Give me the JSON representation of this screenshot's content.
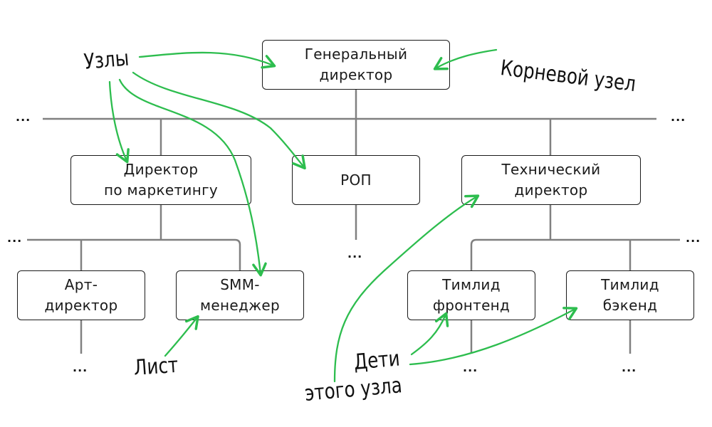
{
  "diagram": {
    "type": "org-chart-tree",
    "colors": {
      "connector": "#808080",
      "annotation_arrow": "#2dbd4e",
      "node_border": "#1a1a1a",
      "text": "#1a1a1a"
    },
    "nodes": {
      "ceo": {
        "lines": [
          "Генеральный",
          "директор"
        ]
      },
      "cmo": {
        "lines": [
          "Директор",
          "по маркетингу"
        ]
      },
      "rop": {
        "lines": [
          "РОП"
        ]
      },
      "cto": {
        "lines": [
          "Технический",
          "директор"
        ]
      },
      "art": {
        "lines": [
          "Арт-",
          "директор"
        ]
      },
      "smm": {
        "lines": [
          "SMM-",
          "менеджер"
        ]
      },
      "tl_front": {
        "lines": [
          "Тимлид",
          "фронтенд"
        ]
      },
      "tl_back": {
        "lines": [
          "Тимлид",
          "бэкенд"
        ]
      }
    },
    "ellipsis": "...",
    "annotations": {
      "nodes": "Узлы",
      "root": "Корневой узел",
      "leaf": "Лист",
      "children_1": "Дети",
      "children_2": "этого узла"
    }
  }
}
